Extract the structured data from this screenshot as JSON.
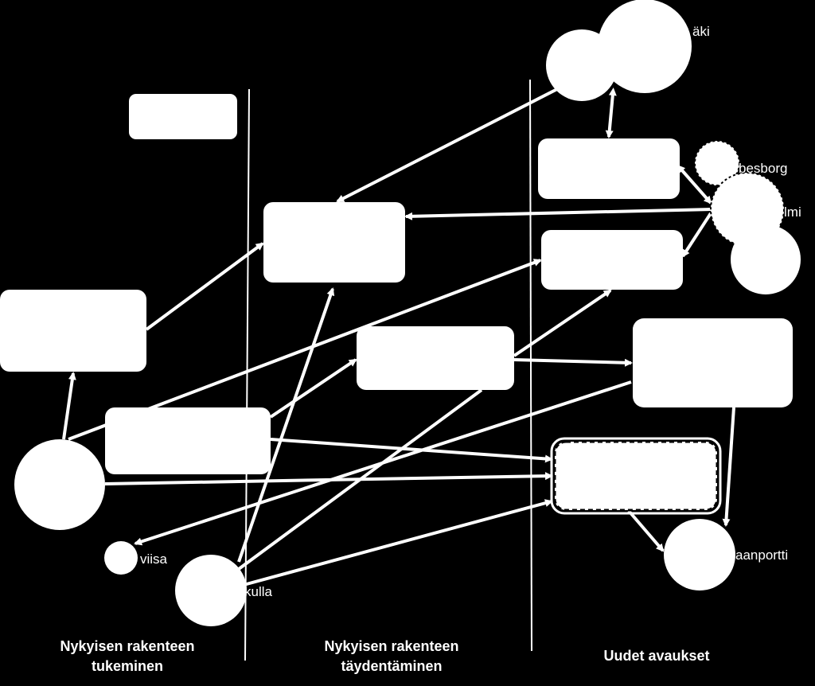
{
  "columns": {
    "left": {
      "line1": "Nykyisen  rakenteen",
      "line2": "tukeminen"
    },
    "middle": {
      "line1": "Nykyisen  rakenteen",
      "line2": "täydentäminen"
    },
    "right": {
      "line1": "Uudet avaukset"
    }
  },
  "labels": {
    "top_right": "äki",
    "right_1": "besborg",
    "right_2": "lmi",
    "bottom_right": "aanportti",
    "bottom_left_small": "viisa",
    "bottom_left": "kulla"
  },
  "colors": {
    "background": "#000000",
    "foreground": "#ffffff"
  }
}
